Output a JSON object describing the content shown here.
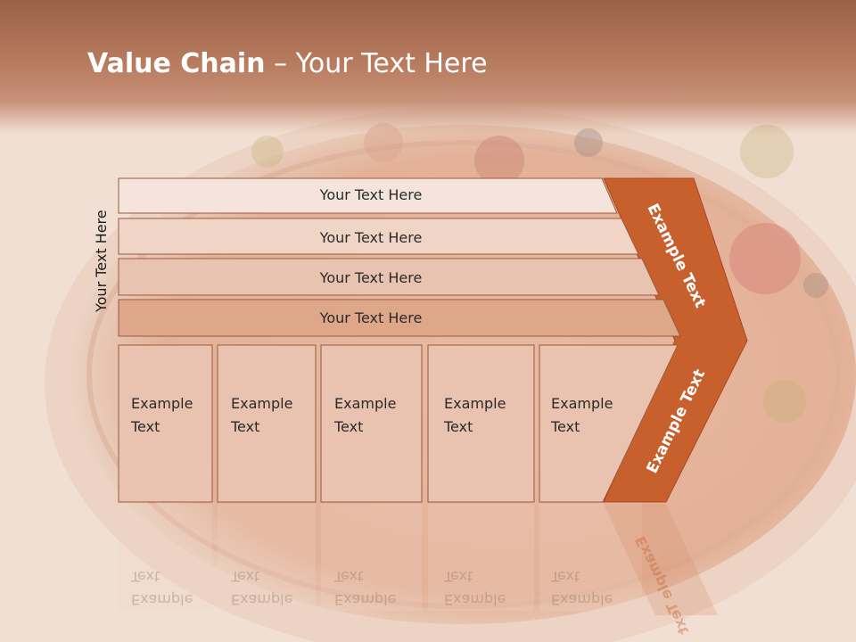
{
  "title": {
    "bold": "Value Chain",
    "rest": " – Your Text Here"
  },
  "vertical_label": "Your Text Here",
  "bars": [
    {
      "label": "Your Text Here"
    },
    {
      "label": "Your Text Here"
    },
    {
      "label": "Your Text Here"
    },
    {
      "label": "Your Text Here"
    }
  ],
  "boxes": [
    {
      "line1": "Example",
      "line2": "Text"
    },
    {
      "line1": "Example",
      "line2": "Text"
    },
    {
      "line1": "Example",
      "line2": "Text"
    },
    {
      "line1": "Example",
      "line2": "Text"
    },
    {
      "line1": "Example",
      "line2": "Text"
    }
  ],
  "arrow": {
    "upper": "Example Text",
    "lower": "Example Text"
  },
  "colors": {
    "accent": "#c8602e",
    "box": "#eac3b0",
    "header": "#a86b50"
  }
}
